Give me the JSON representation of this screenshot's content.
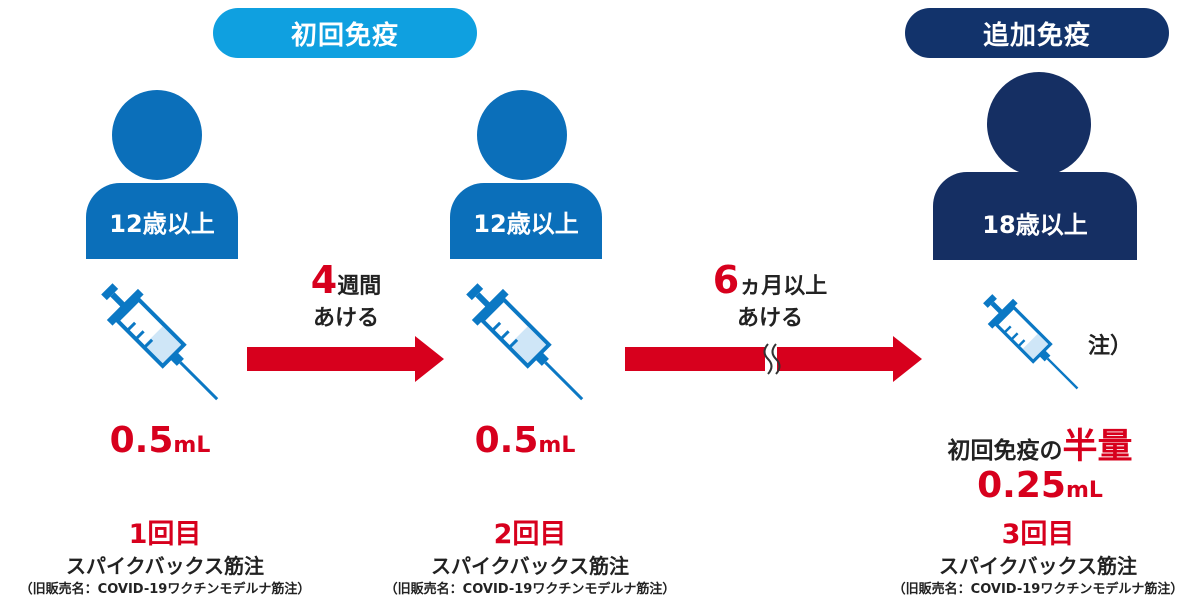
{
  "colors": {
    "primary_pill": "#0fa0e0",
    "booster_pill": "#12336b",
    "person_blue": "#0b6fba",
    "person_navy": "#152f63",
    "arrow_red": "#d7001d",
    "syringe_blue": "#0b78c4"
  },
  "headers": {
    "primary": "初回免疫",
    "booster": "追加免疫"
  },
  "people": [
    {
      "age": "12歳以上"
    },
    {
      "age": "12歳以上"
    },
    {
      "age": "18歳以上"
    }
  ],
  "intervals": [
    {
      "number": "4",
      "unit": "週間",
      "suffix": "あける"
    },
    {
      "number": "6",
      "unit": "ヵ月以上",
      "suffix": "あける"
    }
  ],
  "doses": [
    {
      "value": "0.5",
      "unit": "mL"
    },
    {
      "value": "0.5",
      "unit": "mL"
    },
    {
      "prefix": "初回免疫の",
      "highlight": "半量",
      "value": "0.25",
      "unit": "mL"
    }
  ],
  "note_mark": "注）",
  "shots": [
    {
      "count": "1回目",
      "product": "スパイクバックス筋注",
      "former": "（旧販売名：COVID-19ワクチンモデルナ筋注）"
    },
    {
      "count": "2回目",
      "product": "スパイクバックス筋注",
      "former": "（旧販売名：COVID-19ワクチンモデルナ筋注）"
    },
    {
      "count": "3回目",
      "product": "スパイクバックス筋注",
      "former": "（旧販売名：COVID-19ワクチンモデルナ筋注）"
    }
  ]
}
